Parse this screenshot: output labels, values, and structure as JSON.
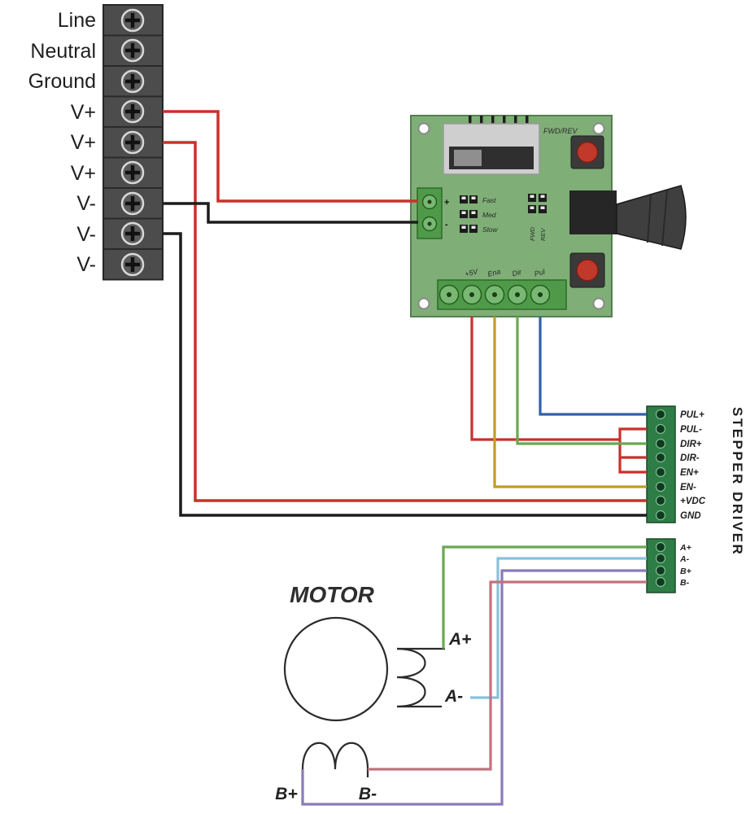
{
  "terminal_strip": {
    "labels": [
      "Line",
      "Neutral",
      "Ground",
      "V+",
      "V+",
      "V+",
      "V-",
      "V-",
      "V-"
    ]
  },
  "controller_board": {
    "fwd_rev_label": "FWD/REV",
    "speed_dip_labels": [
      "Fast",
      "Med",
      "Slow"
    ],
    "direction_dip_labels": [
      "FWD",
      "REV"
    ],
    "input_terminal_polarity": [
      "+",
      "-"
    ],
    "output_pin_labels": [
      "+5V",
      "Ena",
      "Dir",
      "Pul"
    ]
  },
  "stepper_driver": {
    "title": "STEPPER DRIVER",
    "signal_pins": [
      "PUL+",
      "PUL-",
      "DIR+",
      "DIR-",
      "EN+",
      "EN-",
      "+VDC",
      "GND"
    ],
    "motor_pins": [
      "A+",
      "A-",
      "B+",
      "B-"
    ]
  },
  "motor": {
    "title": "MOTOR",
    "coil_a_plus": "A+",
    "coil_a_minus": "A-",
    "coil_b_plus": "B+",
    "coil_b_minus": "B-"
  },
  "wire_colors": {
    "power_positive": "#c8312b",
    "power_negative": "#1c1c1c",
    "signal_5v": "#c8312b",
    "signal_ena": "#c49a26",
    "signal_dir": "#69a84f",
    "signal_pul": "#3060a8",
    "motor_a_plus": "#69a84f",
    "motor_a_minus": "#85c2da",
    "motor_b_plus": "#8b7ab8",
    "motor_b_minus": "#c4707e"
  }
}
